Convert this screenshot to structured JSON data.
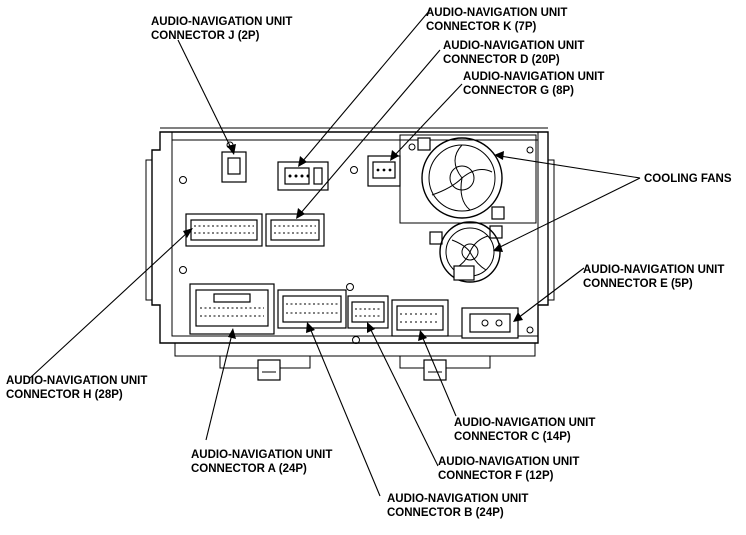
{
  "labels": {
    "connector_j": [
      "AUDIO-NAVIGATION UNIT",
      "CONNECTOR J (2P)"
    ],
    "connector_k": [
      "AUDIO-NAVIGATION UNIT",
      "CONNECTOR K (7P)"
    ],
    "connector_d": [
      "AUDIO-NAVIGATION UNIT",
      "CONNECTOR D (20P)"
    ],
    "connector_g": [
      "AUDIO-NAVIGATION UNIT",
      "CONNECTOR G (8P)"
    ],
    "cooling_fans": [
      "COOLING FANS"
    ],
    "connector_e": [
      "AUDIO-NAVIGATION UNIT",
      "CONNECTOR E (5P)"
    ],
    "connector_h": [
      "AUDIO-NAVIGATION UNIT",
      "CONNECTOR H (28P)"
    ],
    "connector_a": [
      "AUDIO-NAVIGATION UNIT",
      "CONNECTOR A (24P)"
    ],
    "connector_c": [
      "AUDIO-NAVIGATION UNIT",
      "CONNECTOR C (14P)"
    ],
    "connector_f": [
      "AUDIO-NAVIGATION UNIT",
      "CONNECTOR F (12P)"
    ],
    "connector_b": [
      "AUDIO-NAVIGATION UNIT",
      "CONNECTOR B (24P)"
    ]
  }
}
